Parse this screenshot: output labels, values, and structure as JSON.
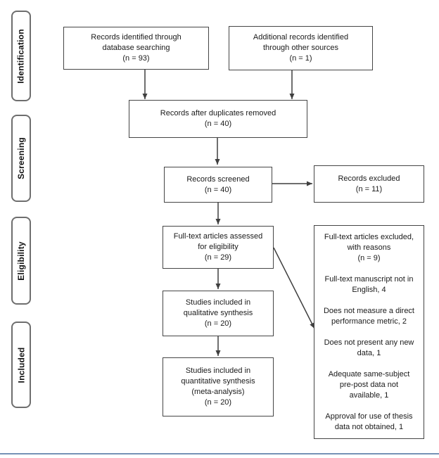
{
  "diagram": {
    "kind": "PRISMA flow diagram",
    "stages": [
      "Identification",
      "Screening",
      "Eligibility",
      "Included"
    ],
    "boxes": {
      "records_identified": "Records identified through\ndatabase searching\n(n = 93)",
      "additional_records": "Additional records identified\nthrough other sources\n(n = 1)",
      "after_duplicates": "Records after duplicates removed\n(n = 40)",
      "records_screened": "Records screened\n(n = 40)",
      "records_excluded": "Records excluded\n(n = 11)",
      "fulltext_assessed": "Full-text articles assessed\nfor eligibility\n(n = 29)",
      "qualitative_synthesis": "Studies included in\nqualitative synthesis\n(n = 20)",
      "quantitative_synthesis": "Studies included in\nquantitative synthesis\n(meta-analysis)\n(n = 20)",
      "fulltext_excluded": "Full-text articles excluded,\nwith reasons\n(n = 9)\n\nFull-text manuscript not in\nEnglish, 4\n\nDoes not measure a direct\nperformance metric, 2\n\nDoes not present any new\ndata, 1\n\nAdequate same-subject\npre-post data not\navailable, 1\n\nApproval for use of thesis\ndata not obtained, 1"
    },
    "colors": {
      "box_border": "#454545",
      "stage_border": "#6e6e6e",
      "arrow": "#3f3f3f",
      "text": "#1a1a1a",
      "footer_line": "#7693b6",
      "background": "#ffffff"
    }
  }
}
